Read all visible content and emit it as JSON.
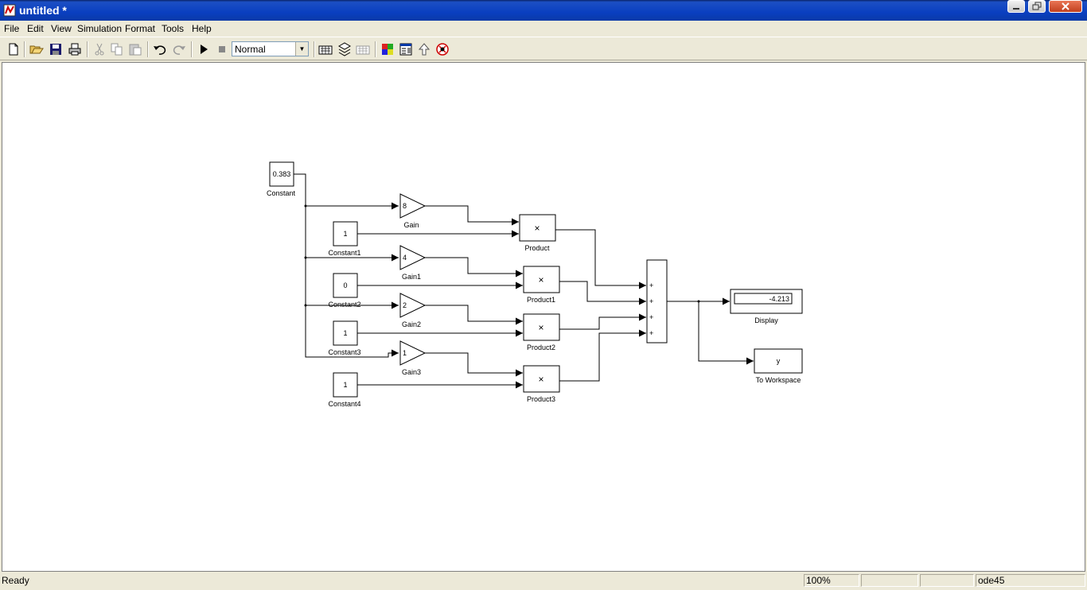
{
  "window": {
    "title": "untitled *"
  },
  "menu": [
    "File",
    "Edit",
    "View",
    "Simulation",
    "Format",
    "Tools",
    "Help"
  ],
  "toolbar": {
    "icons": [
      "new-icon",
      "open-icon",
      "save-icon",
      "print-icon",
      "cut-icon",
      "copy-icon",
      "paste-icon",
      "undo-icon",
      "redo-icon",
      "start-simulation-icon",
      "stop-simulation-icon",
      "build-icon",
      "update-diagram-icon",
      "build-subsystem-icon",
      "library-browser-icon",
      "model-explorer-icon",
      "go-to-parent-icon",
      "debug-icon"
    ],
    "sim_mode": "Normal"
  },
  "diagram": {
    "constant": {
      "value": "0.383",
      "label": "Constant"
    },
    "constant1": {
      "value": "1",
      "label": "Constant1"
    },
    "constant2": {
      "value": "0",
      "label": "Constant2"
    },
    "constant3": {
      "value": "1",
      "label": "Constant3"
    },
    "constant4": {
      "value": "1",
      "label": "Constant4"
    },
    "gain": {
      "value": "8",
      "label": "Gain"
    },
    "gain1": {
      "value": "4",
      "label": "Gain1"
    },
    "gain2": {
      "value": "2",
      "label": "Gain2"
    },
    "gain3": {
      "value": "1",
      "label": "Gain3"
    },
    "product": {
      "symbol": "×",
      "label": "Product"
    },
    "product1": {
      "symbol": "×",
      "label": "Product1"
    },
    "product2": {
      "symbol": "×",
      "label": "Product2"
    },
    "product3": {
      "symbol": "×",
      "label": "Product3"
    },
    "sum": {
      "signs": [
        "+",
        "+",
        "+",
        "+"
      ]
    },
    "display": {
      "value": "-4.213",
      "label": "Display"
    },
    "to_workspace": {
      "variable": "y",
      "label": "To Workspace"
    }
  },
  "status": {
    "text": "Ready",
    "zoom": "100%",
    "solver": "ode45"
  }
}
